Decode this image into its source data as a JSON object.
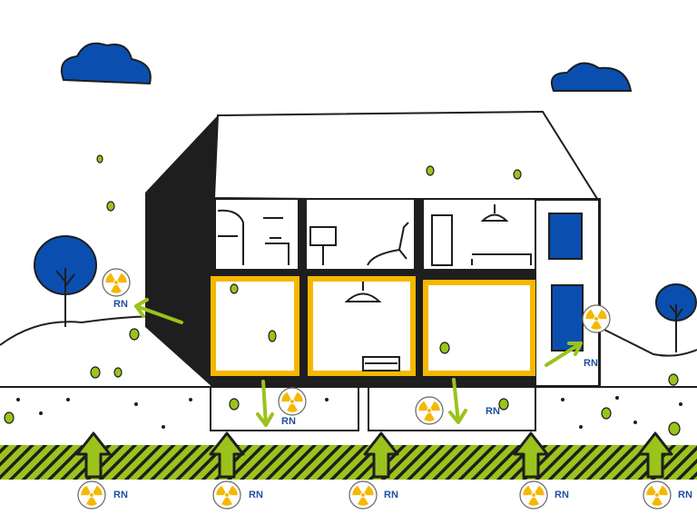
{
  "radon_label": "RN",
  "labels": [
    "RN",
    "RN",
    "RN",
    "RN",
    "RN",
    "RN",
    "RN",
    "RN",
    "RN"
  ],
  "colors": {
    "blue": "#0a4fb0",
    "green": "#9ac31c",
    "yellow": "#f5b800",
    "dark": "#1e1e1e",
    "label": "#1f4fa0"
  }
}
